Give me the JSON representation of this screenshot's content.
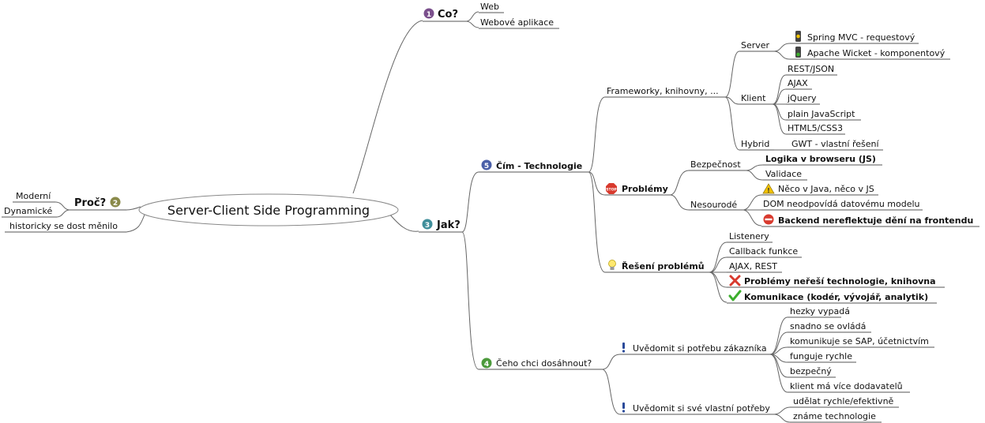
{
  "root": "Server-Client Side Programming",
  "branches": {
    "co": {
      "label": "Co?",
      "badge": "1",
      "children": [
        "Web",
        "Webové aplikace"
      ]
    },
    "proc": {
      "label": "Proč?",
      "badge": "2",
      "children": [
        "Moderní",
        "Dynamické",
        "historicky se dost měnilo"
      ]
    },
    "jak": {
      "label": "Jak?",
      "badge": "3"
    }
  },
  "cim": {
    "label": "Čím - Technologie",
    "badge": "5",
    "frameworks": "Frameworky, knihovny, ...",
    "server": {
      "label": "Server",
      "items": [
        "Spring MVC - requestový",
        "Apache Wicket - komponentový"
      ]
    },
    "klient": {
      "label": "Klient",
      "items": [
        "REST/JSON",
        "AJAX",
        "jQuery",
        "plain JavaScript",
        "HTML5/CSS3"
      ]
    },
    "hybrid": {
      "label": "Hybrid",
      "items": [
        "GWT - vlastní řešení"
      ]
    },
    "problemy": {
      "label": "Problémy",
      "bezpecnost": {
        "label": "Bezpečnost",
        "items": [
          "Logika v browseru (JS)",
          "Validace"
        ]
      },
      "nesourode": {
        "label": "Nesourodé",
        "items": [
          "Něco v Java, něco v JS",
          "DOM neodpovídá datovému modelu",
          "Backend nereflektuje dění na frontendu"
        ]
      }
    },
    "reseni": {
      "label": "Řešení problémů",
      "items": [
        "Listenery",
        "Callback funkce",
        "AJAX, REST",
        "Problémy neřeší technologie, knihovna",
        "Komunikace (kodér, vývojář, analytik)"
      ]
    }
  },
  "ceho": {
    "label": "Čeho chci dosáhnout?",
    "badge": "4",
    "zakaznik": {
      "label": "Uvědomit si potřebu zákazníka",
      "items": [
        "hezky vypadá",
        "snadno se ovládá",
        "komunikuje se SAP, účetnictvím",
        "funguje rychle",
        "bezpečný",
        "klient má více dodavatelů"
      ]
    },
    "vlastni": {
      "label": "Uvědomit si své vlastní potřeby",
      "items": [
        "udělat rychle/efektivně",
        "známe technologie"
      ]
    }
  },
  "colors": {
    "badge_purple": "#7a4f8c",
    "badge_olive": "#8a8a4a",
    "badge_teal": "#3f8e9a",
    "badge_blue": "#4a5fa8",
    "badge_green": "#4c9a3c",
    "stop_red": "#d83a2e",
    "warn_yellow": "#f2c200",
    "ok_green": "#3cae2c"
  },
  "icons": [
    "badge-number-icon",
    "traffic-light-yellow-icon",
    "traffic-light-green-icon",
    "stop-sign-icon",
    "lightbulb-icon",
    "warning-icon",
    "no-entry-icon",
    "red-cross-icon",
    "green-check-icon",
    "exclamation-icon"
  ]
}
